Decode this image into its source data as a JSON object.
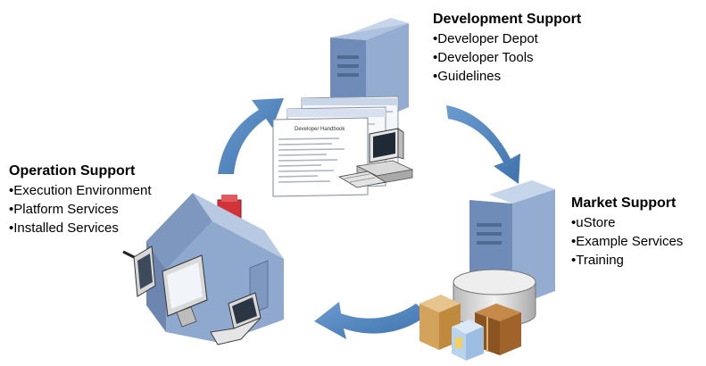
{
  "colors": {
    "arrow": "#4f86c2",
    "server": "#95acd1",
    "house_wall": "#8fa8cd",
    "roof": "#b8c9e2",
    "chimney": "#d03438"
  },
  "icons": [
    "server-icon",
    "house-icon",
    "tablet-icon",
    "monitor-icon",
    "laptop-icon",
    "database-icon",
    "package-icon",
    "desktop-computer-icon",
    "cycle-arrow-icon"
  ],
  "development": {
    "title": "Development Support",
    "items": [
      "Developer Depot",
      "Developer Tools",
      "Guidelines"
    ],
    "screen_title": "Developer Handbook"
  },
  "operation": {
    "title": "Operation Support",
    "items": [
      "Execution Environment",
      "Platform Services",
      "Installed Services"
    ]
  },
  "market": {
    "title": "Market Support",
    "items": [
      "uStore",
      "Example Services",
      "Training"
    ]
  }
}
